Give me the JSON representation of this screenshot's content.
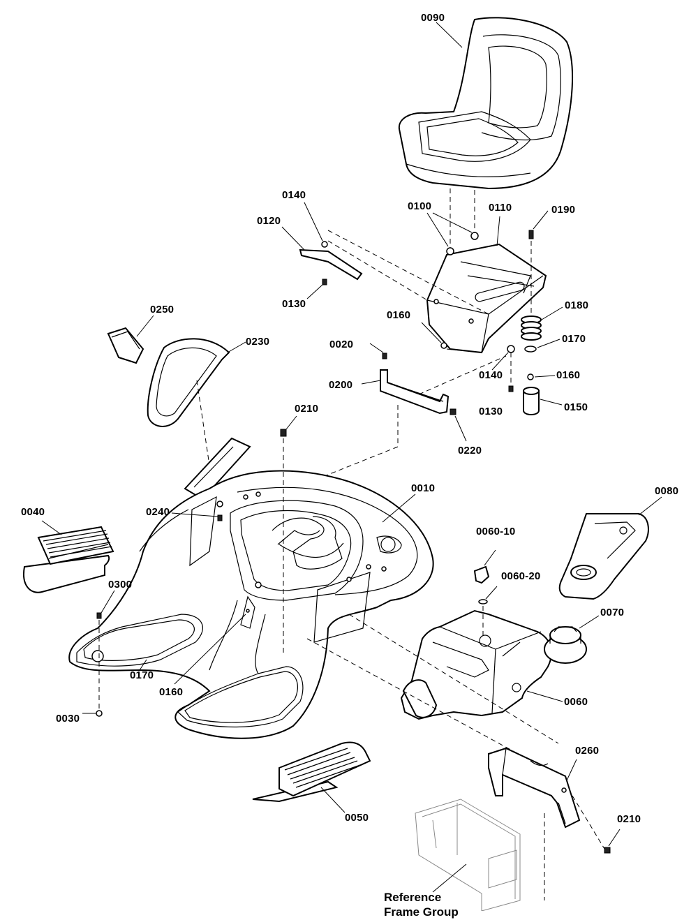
{
  "labels": {
    "p0090": "0090",
    "p0140a": "0140",
    "p0120": "0120",
    "p0100": "0100",
    "p0110": "0110",
    "p0190": "0190",
    "p0130a": "0130",
    "p0180": "0180",
    "p0160a": "0160",
    "p0250": "0250",
    "p0230": "0230",
    "p0020": "0020",
    "p0170a": "0170",
    "p0200": "0200",
    "p0140b": "0140",
    "p0160b": "0160",
    "p0130b": "0130",
    "p0150": "0150",
    "p0210a": "0210",
    "p0220": "0220",
    "p0010": "0010",
    "p0080": "0080",
    "p0040": "0040",
    "p0240": "0240",
    "p0060_10": "0060-10",
    "p0060_20": "0060-20",
    "p0300": "0300",
    "p0070": "0070",
    "p0170b": "0170",
    "p0160c": "0160",
    "p0060": "0060",
    "p0030": "0030",
    "p0260": "0260",
    "p0050": "0050",
    "p0210b": "0210"
  },
  "reference_note": "Reference\nFrame Group"
}
